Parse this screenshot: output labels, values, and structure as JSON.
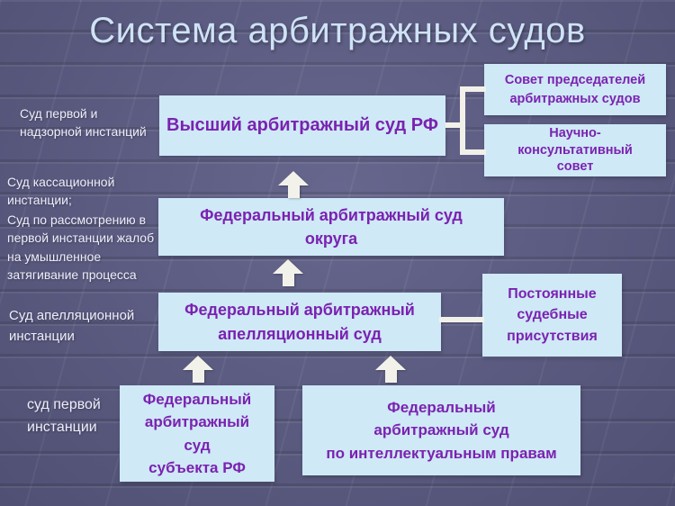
{
  "title": "Система арбитражных судов",
  "colors": {
    "background": "#5d5d87",
    "title-color": "#cfe2f6",
    "box-fill": "#cfe9f7",
    "box-text": "#7b22b0",
    "label-color": "#efeefb",
    "arrow-color": "#f3f2ea",
    "connector-color": "#f1f1ea"
  },
  "left_labels": {
    "first_and_nadzor": "Суд первой и\nнадзорной инстанций",
    "kassacia": "Суд кассационной\nинстанции;",
    "rassmotrenie": "Суд по рассмотрению в\nпервой инстанции жалоб\nна умышленное\nзатягивание процесса",
    "apellacia": "Суд апелляционной\nинстанции",
    "pervaya": "суд первой\nинстанции"
  },
  "boxes": {
    "vas": "Высший арбитражный суд РФ",
    "sovet": "Совет председателей\nарбитражных судов",
    "nks": "Научно-\nконсультативный\nсовет",
    "okrug": "Федеральный арбитражный суд\nокруга",
    "apell": "Федеральный арбитражный\nапелляционный суд",
    "post": "Постоянные\nсудебные\nприсутствия",
    "subekt": "Федеральный\nарбитражный\nсуд\nсубъекта РФ",
    "intell": "Федеральный\nарбитражный суд\nпо интеллектуальным правам"
  },
  "icons": {
    "up-arrow": "block-arrow-up"
  }
}
